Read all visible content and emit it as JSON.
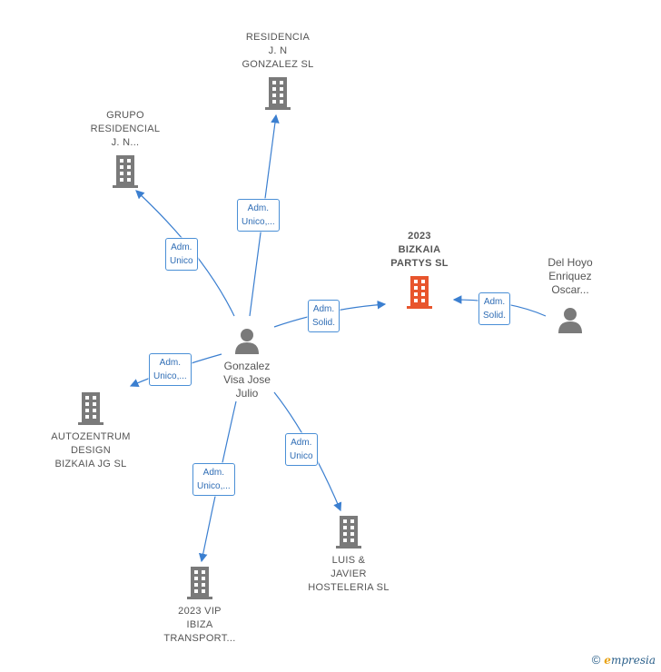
{
  "nodes": {
    "center": {
      "label": "Gonzalez\nVisa Jose\nJulio",
      "icon": "person-icon"
    },
    "residencia": {
      "label": "RESIDENCIA\nJ.  N\nGONZALEZ  SL",
      "icon": "building-icon"
    },
    "grupo": {
      "label": "GRUPO\nRESIDENCIAL\nJ.  N...",
      "icon": "building-icon"
    },
    "bizkaia": {
      "label": "2023\nBIZKAIA\nPARTYS  SL",
      "icon": "building-icon",
      "color": "#e8552d"
    },
    "delhoyo": {
      "label": "Del Hoyo\nEnriquez\nOscar...",
      "icon": "person-icon"
    },
    "autozentrum": {
      "label": "AUTOZENTRUM\nDESIGN\nBIZKAIA JG  SL",
      "icon": "building-icon"
    },
    "luis": {
      "label": "LUIS &\nJAVIER\nHOSTELERIA SL",
      "icon": "building-icon"
    },
    "vip": {
      "label": "2023 VIP\nIBIZA\nTRANSPORT...",
      "icon": "building-icon"
    }
  },
  "edges": {
    "residencia": "Adm.\nUnico,...",
    "grupo": "Adm.\nUnico",
    "bizkaia": "Adm.\nSolid.",
    "delhoyo": "Adm.\nSolid.",
    "autozentrum": "Adm.\nUnico,...",
    "luis": "Adm.\nUnico",
    "vip": "Adm.\nUnico,..."
  },
  "colors": {
    "edge": "#3b7fd0",
    "icon": "#7a7a7a",
    "highlight": "#e8552d"
  },
  "footer": {
    "copyright": "©",
    "brand_initial": "e",
    "brand_rest": "mpresia"
  }
}
